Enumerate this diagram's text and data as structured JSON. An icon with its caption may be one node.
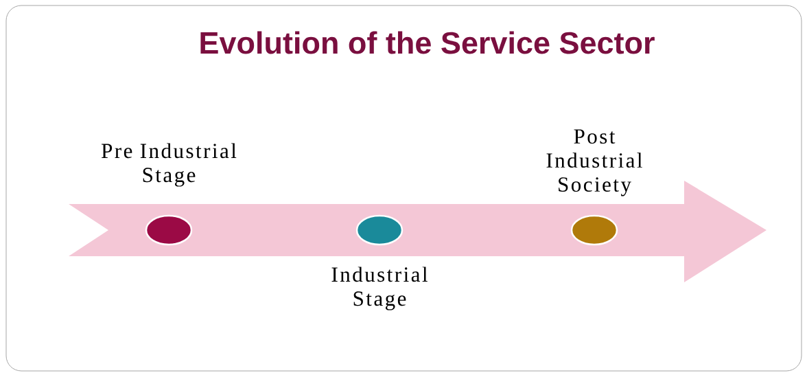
{
  "diagram": {
    "title": "Evolution of the Service Sector",
    "nodes": [
      {
        "text": [],
        "shape": "circle",
        "beside": [
          "Pre Industrial Stage"
        ]
      },
      {
        "text": [],
        "shape": "circle",
        "beside": [
          "Industrial Stage"
        ]
      },
      {
        "text": [],
        "shape": "circle",
        "beside": [
          "Post Industrial Society"
        ]
      }
    ]
  }
}
